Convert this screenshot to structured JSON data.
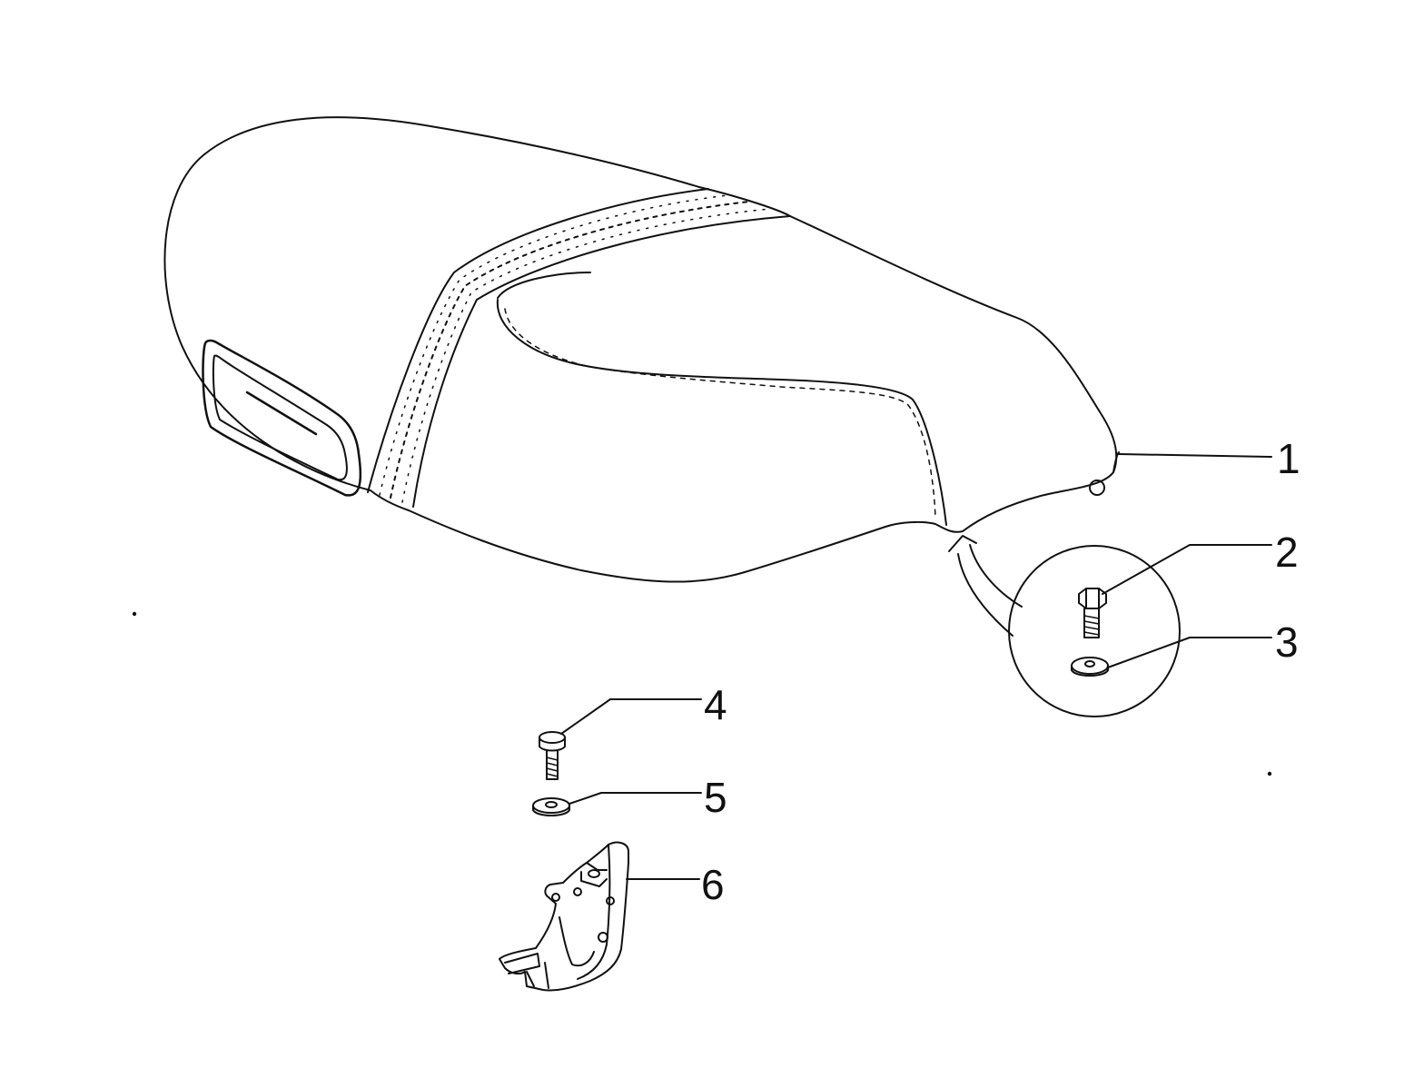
{
  "colors": {
    "ink": "#111111",
    "background": "#ffffff"
  },
  "callouts": [
    {
      "number": "1",
      "part": "seat"
    },
    {
      "number": "2",
      "part": "hex-bolt"
    },
    {
      "number": "3",
      "part": "bushing"
    },
    {
      "number": "4",
      "part": "screw"
    },
    {
      "number": "5",
      "part": "washer"
    },
    {
      "number": "6",
      "part": "hinge-bracket"
    }
  ]
}
